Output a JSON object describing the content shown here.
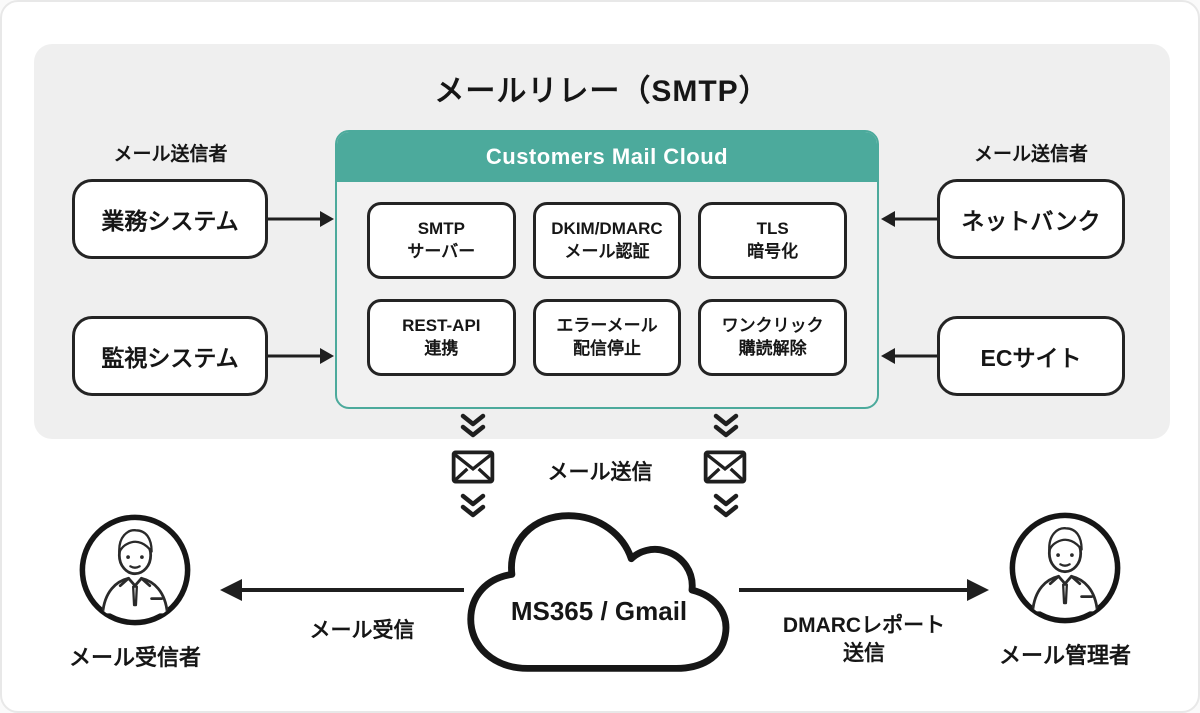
{
  "panel": {
    "title": "メールリレー（SMTP）",
    "left_group": {
      "label": "メール送信者",
      "boxes": [
        {
          "label": "業務システム"
        },
        {
          "label": "監視システム"
        }
      ]
    },
    "right_group": {
      "label": "メール送信者",
      "boxes": [
        {
          "label": "ネットバンク"
        },
        {
          "label": "ECサイト"
        }
      ]
    },
    "cloud_service": {
      "header": "Customers Mail Cloud",
      "features": [
        {
          "line1": "SMTP",
          "line2": "サーバー"
        },
        {
          "line1": "DKIM/DMARC",
          "line2": "メール認証"
        },
        {
          "line1": "TLS",
          "line2": "暗号化"
        },
        {
          "line1": "REST-API",
          "line2": "連携"
        },
        {
          "line1": "エラーメール",
          "line2": "配信停止"
        },
        {
          "line1": "ワンクリック",
          "line2": "購読解除"
        }
      ]
    }
  },
  "flow": {
    "send_label": "メール送信",
    "cloud_label": "MS365 / Gmail",
    "receive_arrow_label": "メール受信",
    "dmarc_arrow_label_line1": "DMARCレポート",
    "dmarc_arrow_label_line2": "送信",
    "receiver_label": "メール受信者",
    "admin_label": "メール管理者"
  },
  "icons": {
    "envelope": "envelope-icon",
    "chevron": "chevron-down-icon",
    "cloud": "cloud-shape",
    "person": "person-avatar-icon"
  },
  "colors": {
    "teal_accent": "#4CAA9C",
    "panel_background": "#EFEFEF",
    "line_color": "#1F1F1F"
  }
}
